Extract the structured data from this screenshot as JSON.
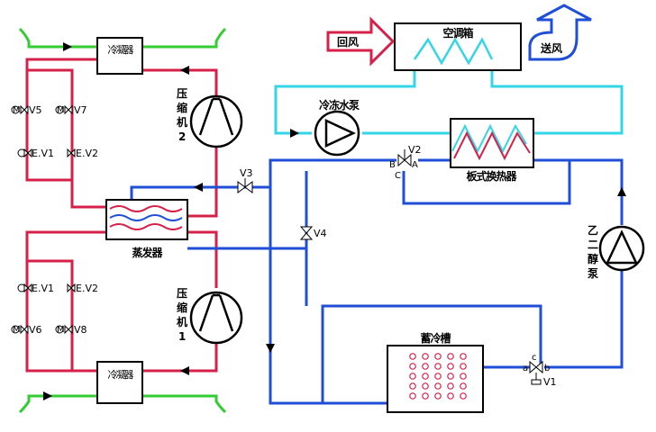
{
  "labels": {
    "condenser_top": "冷凝器",
    "condenser_bottom": "冷凝器",
    "compressor_top": [
      "压",
      "缩",
      "机",
      "2"
    ],
    "compressor_bottom": [
      "压",
      "缩",
      "机",
      "1"
    ],
    "evaporator": "蒸发器",
    "ac_box": "空调箱",
    "return_air": "回风",
    "supply_air": "送风",
    "chilled_pump": "冷冻水泵",
    "plate_hx": "板式换热器",
    "glycol_pump": [
      "乙",
      "二",
      "醇",
      "泵"
    ],
    "ice_tank": "蓄冷槽"
  },
  "valves": {
    "v5": "V5",
    "v7": "V7",
    "v6": "V6",
    "v8": "V8",
    "ev1_top": "E.V1",
    "ev2_top": "E.V2",
    "ev1_bot": "E.V1",
    "ev2_bot": "E.V2",
    "v3": "V3",
    "v4": "V4",
    "v2": "V2",
    "v1": "V1",
    "v2_a": "A",
    "v2_b": "B",
    "v2_c": "C",
    "v1_a": "a",
    "v1_b": "b",
    "v1_c": "c"
  },
  "colors": {
    "refrigerant": "#d6204a",
    "glycol": "#1f4fd6",
    "chilled_water": "#33d6e6",
    "condenser_water": "#33cc33",
    "return_air_fill": "#ffffff",
    "return_air_stroke": "#d6204a",
    "supply_air_stroke": "#1f4fd6",
    "dots": "#d6204a"
  }
}
